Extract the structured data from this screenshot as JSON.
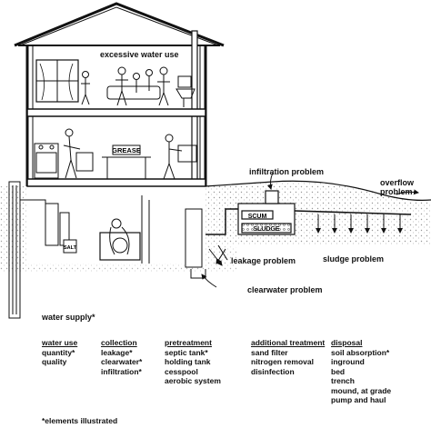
{
  "callouts": {
    "excessive": "excessive water use",
    "infiltration": "infiltration problem",
    "overflow": "overflow problem",
    "leakage": "leakage problem",
    "sludge_problem": "sludge problem",
    "clearwater": "clearwater  problem",
    "water_supply": "water supply*"
  },
  "signs": {
    "grease": "GREASE",
    "scum": "SCUM",
    "sludge": "SLUDGE",
    "salt": "SALT"
  },
  "columns": [
    {
      "heading": "water use",
      "items": [
        "quantity*",
        "quality"
      ]
    },
    {
      "heading": "collection",
      "items": [
        "leakage*",
        "clearwater*",
        "infiltration*"
      ]
    },
    {
      "heading": "pretreatment",
      "items": [
        "septic tank*",
        "holding tank",
        "cesspool",
        "aerobic system"
      ]
    },
    {
      "heading": "additional treatment",
      "items": [
        "sand filter",
        "nitrogen removal",
        "disinfection"
      ]
    },
    {
      "heading": "disposal",
      "items": [
        "soil absorption*",
        "inground",
        "bed",
        "trench",
        "mound, at grade",
        "pump and haul"
      ]
    }
  ],
  "footnote": "*elements illustrated"
}
